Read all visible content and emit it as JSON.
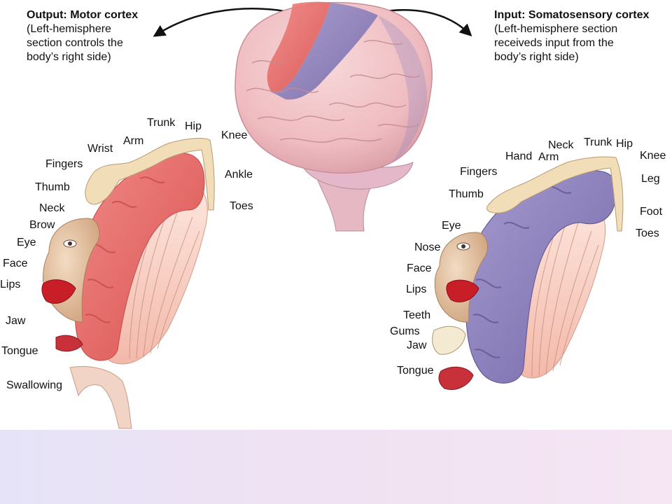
{
  "motor": {
    "title": "Output: Motor cortex",
    "description": [
      "(Left-hemisphere",
      "section controls the",
      "body’s right side)"
    ],
    "labels": {
      "trunk": "Trunk",
      "hip": "Hip",
      "knee": "Knee",
      "arm": "Arm",
      "wrist": "Wrist",
      "fingers": "Fingers",
      "ankle": "Ankle",
      "thumb": "Thumb",
      "toes": "Toes",
      "neck": "Neck",
      "brow": "Brow",
      "eye": "Eye",
      "face": "Face",
      "lips": "Lips",
      "jaw": "Jaw",
      "tongue": "Tongue",
      "swallowing": "Swallowing"
    }
  },
  "sensory": {
    "title": "Input: Somatosensory cortex",
    "description": [
      "(Left-hemisphere section",
      "receiveds input from the",
      "body’s right side)"
    ],
    "labels": {
      "neck": "Neck",
      "trunk": "Trunk",
      "hip": "Hip",
      "hand": "Hand",
      "arm": "Arm",
      "knee": "Knee",
      "fingers": "Fingers",
      "leg": "Leg",
      "thumb": "Thumb",
      "foot": "Foot",
      "eye": "Eye",
      "toes": "Toes",
      "nose": "Nose",
      "face": "Face",
      "lips": "Lips",
      "teeth": "Teeth",
      "gums": "Gums",
      "jaw": "Jaw",
      "tongue": "Tongue"
    }
  },
  "colors": {
    "motor": "#e8686a",
    "sensory": "#8a7fb6",
    "brain": "#f2c4c6",
    "skin": "#e7c8a8",
    "lips": "#c81e28"
  }
}
